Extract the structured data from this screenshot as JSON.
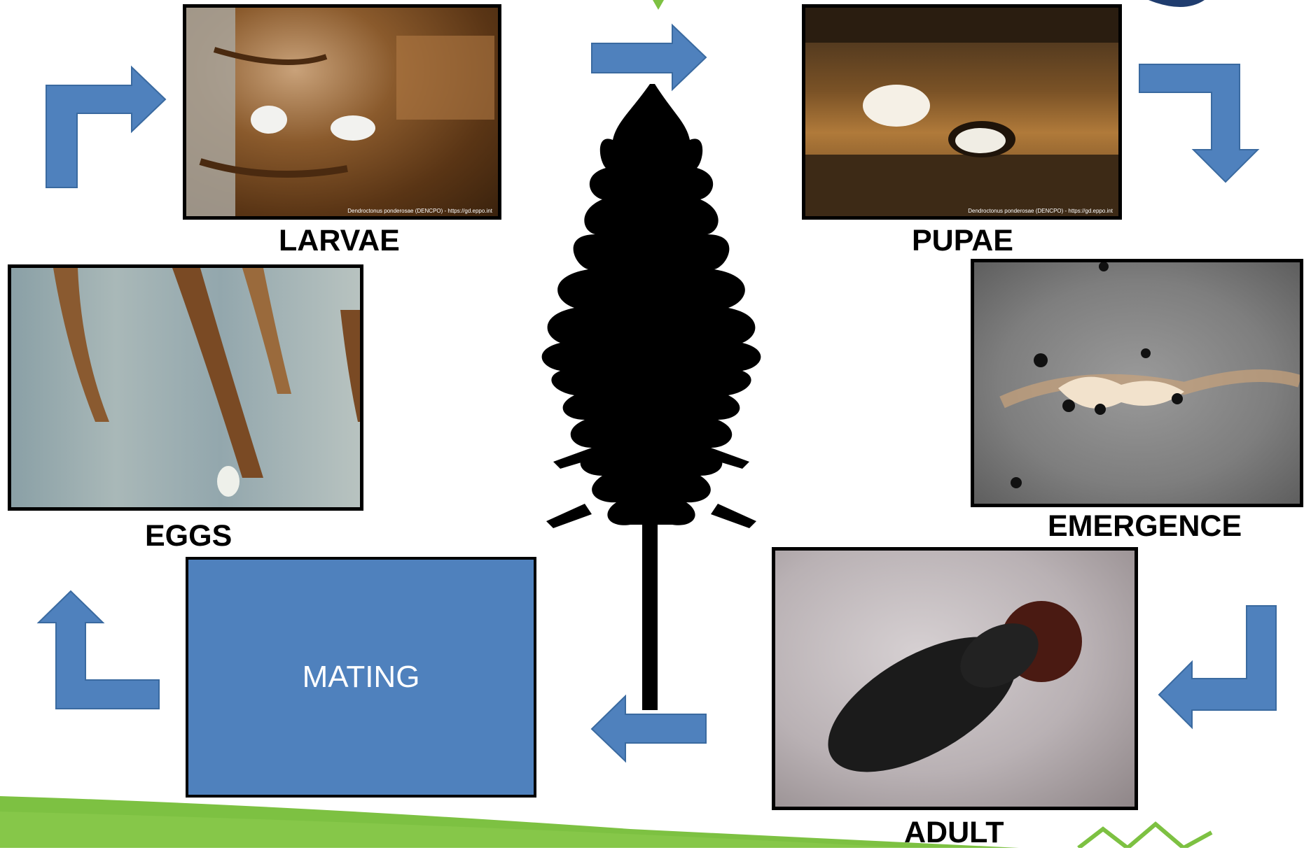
{
  "stages": {
    "larvae": {
      "label": "LARVAE",
      "credit": "Dendroctonus ponderosae (DENCPO) - https://gd.eppo.int"
    },
    "pupae": {
      "label": "PUPAE",
      "credit": "Dendroctonus ponderosae (DENCPO) - https://gd.eppo.int"
    },
    "emergence": {
      "label": "EMERGENCE"
    },
    "adult": {
      "label": "ADULT"
    },
    "mating": {
      "label": "MATING"
    },
    "eggs": {
      "label": "EGGS"
    }
  },
  "colors": {
    "arrow": "#4f81bd",
    "arrow_outline": "#3a6aa0",
    "green_band": "#7dc142",
    "tree": "#000000"
  }
}
